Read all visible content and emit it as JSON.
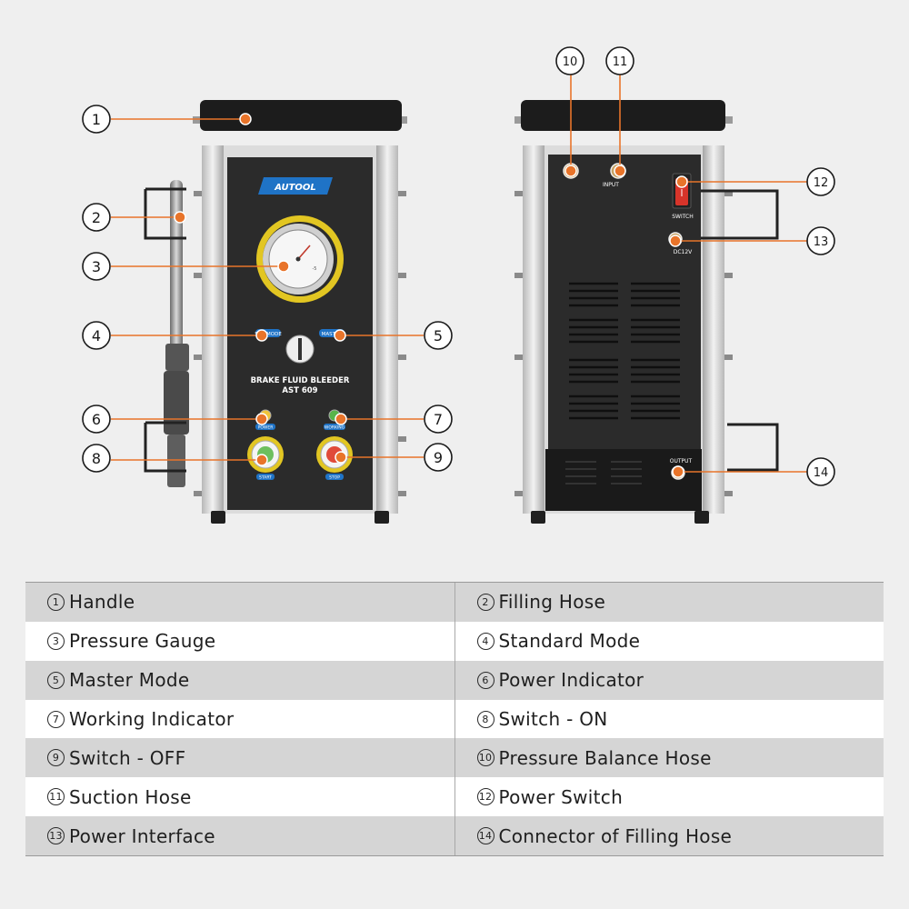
{
  "brand": "AUTOOL",
  "front_panel": {
    "title": "BRAKE FLUID BLEEDER",
    "model": "AST 609",
    "mode_left_label": "STD MODE",
    "mode_right_label": "MASTER",
    "power_label": "POWER",
    "working_label": "WORKING",
    "start_label": "START",
    "stop_label": "STOP"
  },
  "rear_panel": {
    "input_label": "INPUT",
    "switch_label": "SWITCH",
    "dc_label": "DC12V",
    "output_label": "OUTPUT"
  },
  "callouts": [
    "1",
    "2",
    "3",
    "4",
    "5",
    "6",
    "7",
    "8",
    "9",
    "10",
    "11",
    "12",
    "13",
    "14"
  ],
  "parts": [
    {
      "num": "1",
      "label": "Handle"
    },
    {
      "num": "2",
      "label": "Filling Hose"
    },
    {
      "num": "3",
      "label": "Pressure Gauge"
    },
    {
      "num": "4",
      "label": "Standard Mode"
    },
    {
      "num": "5",
      "label": "Master Mode"
    },
    {
      "num": "6",
      "label": "Power Indicator"
    },
    {
      "num": "7",
      "label": "Working Indicator"
    },
    {
      "num": "8",
      "label": "Switch - ON"
    },
    {
      "num": "9",
      "label": "Switch - OFF"
    },
    {
      "num": "10",
      "label": "Pressure Balance Hose"
    },
    {
      "num": "11",
      "label": "Suction Hose"
    },
    {
      "num": "12",
      "label": "Power Switch"
    },
    {
      "num": "13",
      "label": "Power Interface"
    },
    {
      "num": "14",
      "label": "Connector of Filling Hose"
    }
  ],
  "colors": {
    "accent": "#e8742a",
    "panel": "#2b2b2b",
    "frame": "#c9c9c9",
    "row_shade": "#d5d5d5",
    "gauge_ring": "#e2c622",
    "brand_blue": "#1f73c6"
  }
}
